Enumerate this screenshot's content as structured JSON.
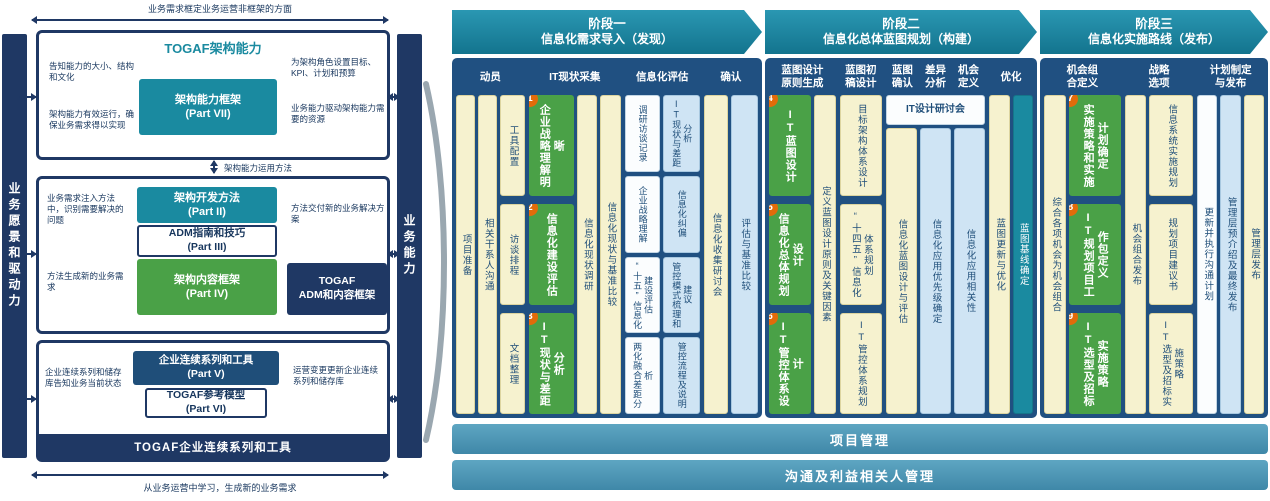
{
  "palette": {
    "navy_panel": "#205081",
    "dark_navy": "#1f3864",
    "teal": "#1a8aa0",
    "green": "#4aa147",
    "orange": "#e26b0a",
    "cream": "#f6f2cf",
    "light_blue": "#cfe4f4"
  },
  "left": {
    "top_note": "业务需求框定业务运营非框架的方面",
    "bottom_note": "从业务运营中学习，生成新的业务需求",
    "left_bar": "业务愿景和驱动力",
    "right_bar": "业务能力",
    "sec1": {
      "title": "TOGAF架构能力",
      "box_pvii": "架构能力框架\n(Part VII)",
      "note_lt": "告知能力的大小、结构和文化",
      "note_rt": "为架构角色设置目标、KPI、计划和预算",
      "note_lb": "架构能力有效运行，确保业务需求得以实现",
      "note_rb": "业务能力驱动架构能力需要的资源"
    },
    "link1": "架构能力运用方法",
    "sec2": {
      "box_p2": "架构开发方法\n(Part II)",
      "box_p3": "ADM指南和技巧\n(Part III)",
      "box_p4": "架构内容框架\n(Part IV)",
      "label": "TOGAF\nADM和内容框架",
      "note_lt": "业务需求注入方法中，识别需要解决的问题",
      "note_lb": "方法生成新的业务需求",
      "note_r": "方法交付新的业务解决方案"
    },
    "sec3": {
      "box_p5": "企业连续系列和工具\n(Part V)",
      "box_p6": "TOGAF参考模型\n(Part VI)",
      "bar": "TOGAF企业连续系列和工具",
      "note_l": "企业连续系列和储存库告知业务当前状态",
      "note_r": "运营变更更新企业连续系列和储存库"
    }
  },
  "right": {
    "phase_headers": [
      {
        "tag": "阶段一",
        "title": "信息化需求导入（发现）"
      },
      {
        "tag": "阶段二",
        "title": "信息化总体蓝图规划（构建）"
      },
      {
        "tag": "阶段三",
        "title": "信息化实施路线（发布）"
      }
    ],
    "p1": {
      "h": [
        "动员",
        "IT现状采集",
        "信息化评估",
        "确认"
      ],
      "mob_strip1": "项目准备",
      "mob_strip2": "相关干系人沟通",
      "mob_stack": [
        "工具配置",
        "访谈排程",
        "文档整理"
      ],
      "green": [
        {
          "n": "1",
          "t": "企业战略理解明晰"
        },
        {
          "n": "2",
          "t": "信息化建设评估"
        },
        {
          "n": "3",
          "t": "IT现状与差距分析"
        }
      ],
      "col_strip1": "信息化现状调研",
      "col_strip2": "信息化现状与基准比较",
      "stack_white": [
        "调研访谈记录",
        "企业战略理解",
        "“十五”信息化建设评估",
        "两化融合差距分析"
      ],
      "stack_blue": [
        "IT现状与差距分析",
        "信息化纠偏",
        "管控模式梳理和建议",
        "管控流程及说明"
      ],
      "confirm_strip1": "信息化收集研讨会",
      "confirm_strip2": "评估与基准比较"
    },
    "p2": {
      "h": [
        "蓝图设计\n原则生成",
        "蓝图初\n稿设计",
        "蓝图\n确认",
        "差异\n分析",
        "机会\n定义",
        "优化"
      ],
      "green": [
        {
          "n": "4",
          "t": "IT蓝图设计"
        },
        {
          "n": "5",
          "t": "信息化总体规划设计"
        },
        {
          "n": "6",
          "t": "IT管控体系设计"
        }
      ],
      "principle_strip": "定义蓝图设计原则及关键因素",
      "draft_stack": [
        "目标架构体系设计",
        "“十四五”信息化体系规划",
        "IT管控体系规划"
      ],
      "workshop_box": "IT设计研讨会",
      "confirm_strip": "信息化蓝图设计与评估",
      "gap_strip": "信息化应用优先级确定",
      "opp_strip": "信息化应用相关性",
      "opt_strip1": "蓝图更新与优化",
      "opt_strip2": "蓝图基线确定"
    },
    "p3": {
      "h": [
        "机会组\n合定义",
        "战略\n选项",
        "计划制定\n与发布"
      ],
      "combine_strip": "综合各项机会为机会组合",
      "green": [
        {
          "n": "7",
          "t": "实施策略和实施计划确定"
        },
        {
          "n": "8",
          "t": "IT规划项目工作包定义"
        },
        {
          "n": "9",
          "t": "IT选型及招标实施策略"
        }
      ],
      "options_strip": "机会组合发布",
      "options_stack": [
        "信息系统实施规划",
        "规划项目建议书",
        "IT选型及招标实施策略"
      ],
      "plan_strip1": "更新并执行沟通计划",
      "plan_strip2": "管理层预介绍及最终发布",
      "plan_strip3": "管理层发布"
    },
    "footer": [
      "项目管理",
      "沟通及利益相关人管理"
    ]
  }
}
